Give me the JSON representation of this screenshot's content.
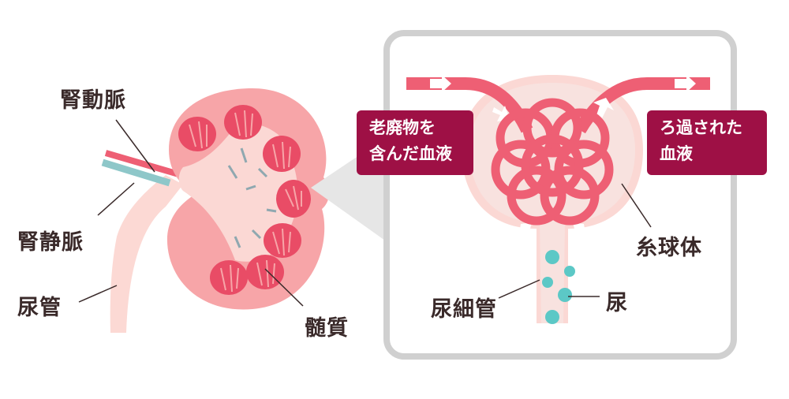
{
  "labels": {
    "renal_artery": "腎動脈",
    "renal_vein": "腎静脈",
    "ureter": "尿管",
    "medulla": "髄質",
    "glomerulus": "糸球体",
    "tubule": "尿細管",
    "urine": "尿"
  },
  "callouts": {
    "incoming": [
      "老廃物を",
      "含んだ血液"
    ],
    "outgoing": [
      "ろ過された",
      "血液"
    ]
  },
  "colors": {
    "kidney_outer": "#f7a5a8",
    "kidney_inner": "#fbd8d4",
    "pyramid": "#e94c66",
    "vessel_red": "#ee5f74",
    "vessel_blue": "#8ec7c9",
    "callout_bg": "#9e1045",
    "urine_dot": "#5cc8c6",
    "frame": "#d0d0d0"
  }
}
